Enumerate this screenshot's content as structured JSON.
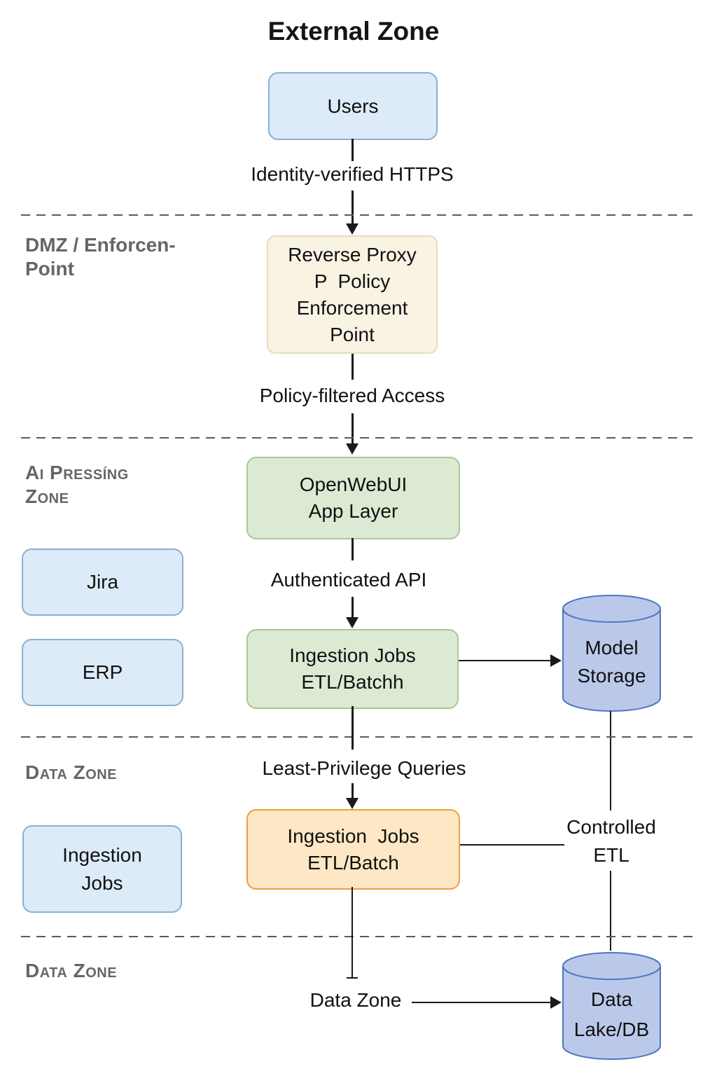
{
  "title": "External Zone",
  "zones": {
    "dmz_label": "DMZ / Enforcen-\nPoint",
    "ai_label": "Ai Pressíng\nZone",
    "data_label_1": "Data Zone",
    "data_label_2": "Data Zone"
  },
  "nodes": {
    "users": "Users",
    "reverse_proxy": "Reverse Proxy\nP  Policy\nEnforcement\nPoint",
    "openwebui": "OpenWebUI\nApp Layer",
    "jira": "Jira",
    "erp": "ERP",
    "ingestion_app": "Ingestion Jobs\nETL/Batchh",
    "model_storage": "Model\nStorage",
    "ingestion_data": "Ingestion  Jobs\nETL/Batch",
    "ingestion_side": "Ingestion\nJobs",
    "data_lake": "Data\nLake/DB"
  },
  "edges": {
    "identity_https": "Identity-verified HTTPS",
    "policy_filtered": "Policy-filtered Access",
    "authenticated_api": "Authenticated API",
    "least_privilege": "Least-Privilege Queries",
    "controlled_etl": "Controlled\nETL",
    "data_zone": "Data Zone"
  },
  "colors": {
    "blue_fill": "#ddeaf7",
    "blue_border": "#86b1d4",
    "beige_fill": "#f9f3e4",
    "beige_border": "#e5dcc0",
    "green_fill": "#dcead3",
    "green_border": "#a7c991",
    "orange_fill": "#fde7c4",
    "orange_border": "#e9a23b",
    "cyl_fill": "#bac9ea",
    "cyl_border": "#4f76c4",
    "line": "#1a1a1a",
    "dash": "#5b5b5b",
    "zone_text": "#666666"
  }
}
